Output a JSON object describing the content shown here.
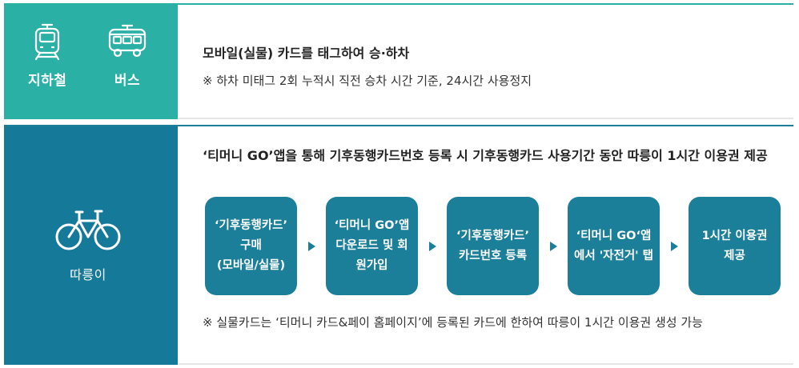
{
  "transit": {
    "subway_label": "지하철",
    "bus_label": "버스",
    "title": "모바일(실물) 카드를 태그하여 승·하차",
    "note": "※ 하차 미태그 2회 누적시 직전 승차 시간 기준, 24시간 사용정지"
  },
  "bike": {
    "label": "따릉이",
    "title": "‘티머니 GO’앱을 통해 기후동행카드번호 등록 시 기후동행카드 사용기간 동안 따릉이 1시간 이용권 제공",
    "steps": [
      "‘기후동행카드’\n구매\n(모바일/실물)",
      "‘티머니 GO’앱\n다운로드 및 회\n원가입",
      "‘기후동행카드’\n카드번호 등록",
      "‘티머니 GO‘앱\n에서 '자전거' 탭",
      "1시간 이용권\n제공"
    ],
    "note": "※ 실물카드는 ‘티머니 카드&페이 홈페이지’에 등록된 카드에 한하여 따릉이 1시간 이용권 생성 가능"
  },
  "colors": {
    "transit_accent": "#2bb0a6",
    "bike_accent": "#15799a",
    "step_fill": "#1c7f9a"
  },
  "icons": [
    "subway-icon",
    "bus-icon",
    "bicycle-icon",
    "arrow-right-icon"
  ]
}
